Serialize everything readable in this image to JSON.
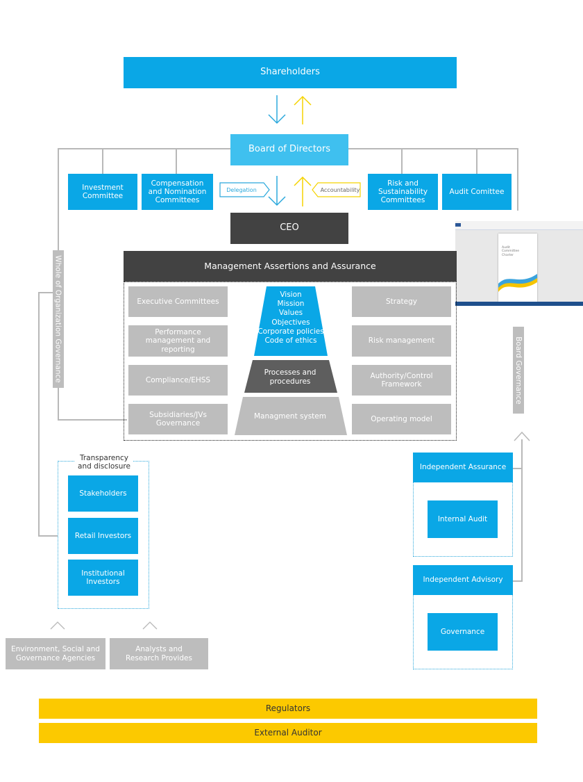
{
  "top": {
    "shareholders": "Shareholders",
    "board": "Board of Directors",
    "ceo": "CEO"
  },
  "committees": {
    "investment": "Investment Committee",
    "compensation": "Compensation and Nomination Committees",
    "risk": "Risk and Sustainability Committees",
    "audit": "Audit Comittee"
  },
  "tags": {
    "delegation": "Delegation",
    "accountability": "Accountability"
  },
  "assurance": {
    "title": "Management Assertions and Assurance",
    "left": [
      "Executive Committees",
      "Performance management and reporting",
      "Compliance/EHSS",
      "Subsidiaries/JVs Governance"
    ],
    "right": [
      "Strategy",
      "Risk management",
      "Authority/Control Framework",
      "Operating model"
    ],
    "pyramid_top": [
      "Vision",
      "Mission",
      "Values",
      "Objectives",
      "Corporate policies",
      "Code of ethics"
    ],
    "pyramid_mid": "Processes and procedures",
    "pyramid_bottom": "Managment system"
  },
  "side_labels": {
    "left": "Whole of Organization Governance",
    "right": "Board Governance"
  },
  "disclosure": {
    "title": "Transparency and disclosure",
    "items": [
      "Stakeholders",
      "Retail Investors",
      "Institutional Investors"
    ]
  },
  "external": {
    "esg": "Environment, Social and Governance Agencies",
    "analysts": "Analysts and Research Provides"
  },
  "independent": {
    "assurance": "Independent Assurance",
    "internal_audit": "Internal Audit",
    "advisory": "Independent Advisory",
    "governance": "Governance"
  },
  "thumbnail": {
    "doc_title": "Audit Committee Charter"
  },
  "bars": {
    "regulators": "Regulators",
    "external_auditor": "External Auditor"
  },
  "colors": {
    "blue": "#0aa7e6",
    "dark": "#424242",
    "grey": "#bdbdbd",
    "gold": "#fcc900",
    "accent_yellow": "#f5d300"
  }
}
